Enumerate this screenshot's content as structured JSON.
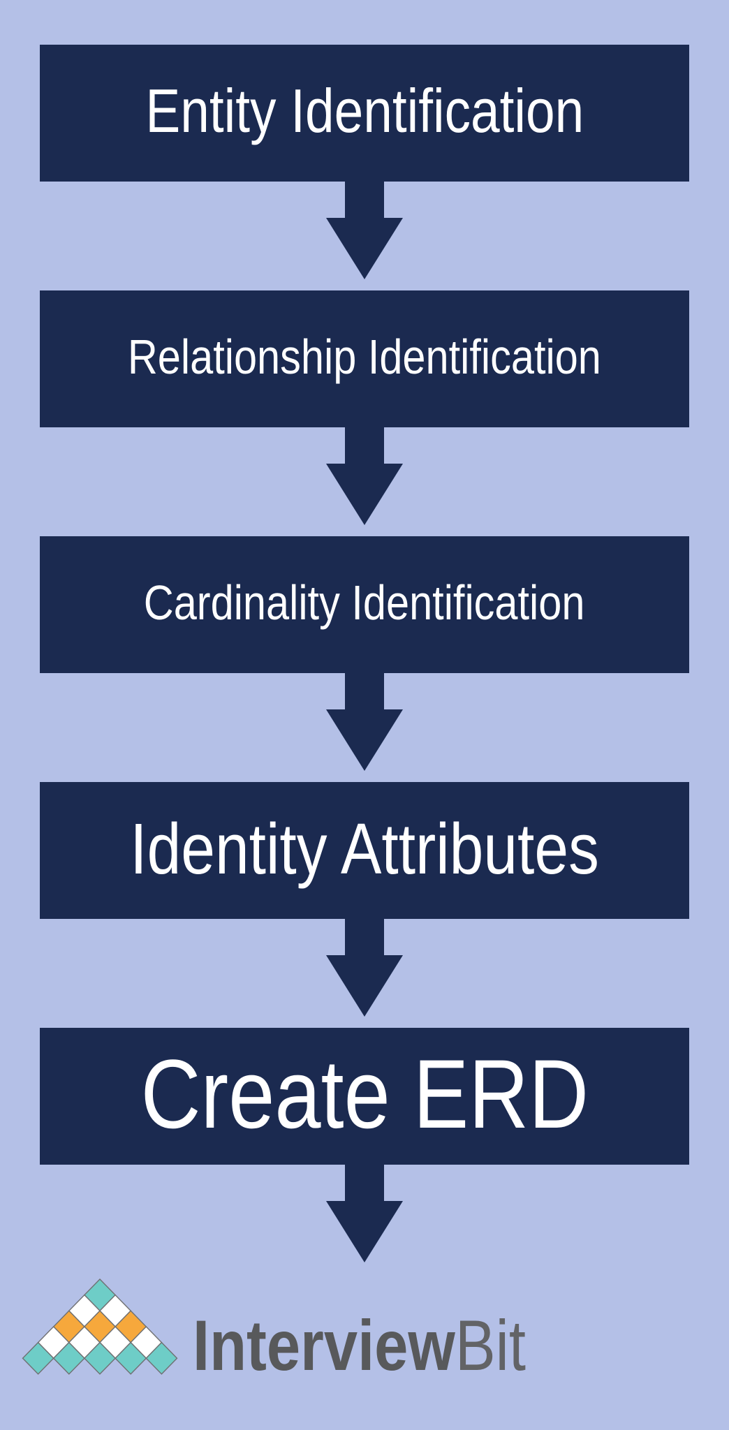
{
  "flow": {
    "steps": [
      {
        "label": "Entity Identification"
      },
      {
        "label": "Relationship Identification"
      },
      {
        "label": "Cardinality Identification"
      },
      {
        "label": "Identity Attributes"
      },
      {
        "label": "Create ERD"
      }
    ]
  },
  "branding": {
    "logo_text_primary": "Interview",
    "logo_text_secondary": "Bit",
    "pyramid_rows": [
      [
        "teal"
      ],
      [
        "white",
        "white"
      ],
      [
        "orange",
        "orange",
        "orange"
      ],
      [
        "white",
        "white",
        "white",
        "white"
      ],
      [
        "teal",
        "teal",
        "teal",
        "teal",
        "teal"
      ]
    ],
    "palette": {
      "teal": "#6ecdc7",
      "orange": "#f6a83c",
      "white": "#ffffff",
      "diamond_border": "#6f7072"
    }
  },
  "colors": {
    "background": "#b4c0e7",
    "box": "#1b2a50",
    "arrow": "#1b2a50",
    "box_text": "#ffffff",
    "logo_primary": "#58595b",
    "logo_secondary": "#626366"
  }
}
